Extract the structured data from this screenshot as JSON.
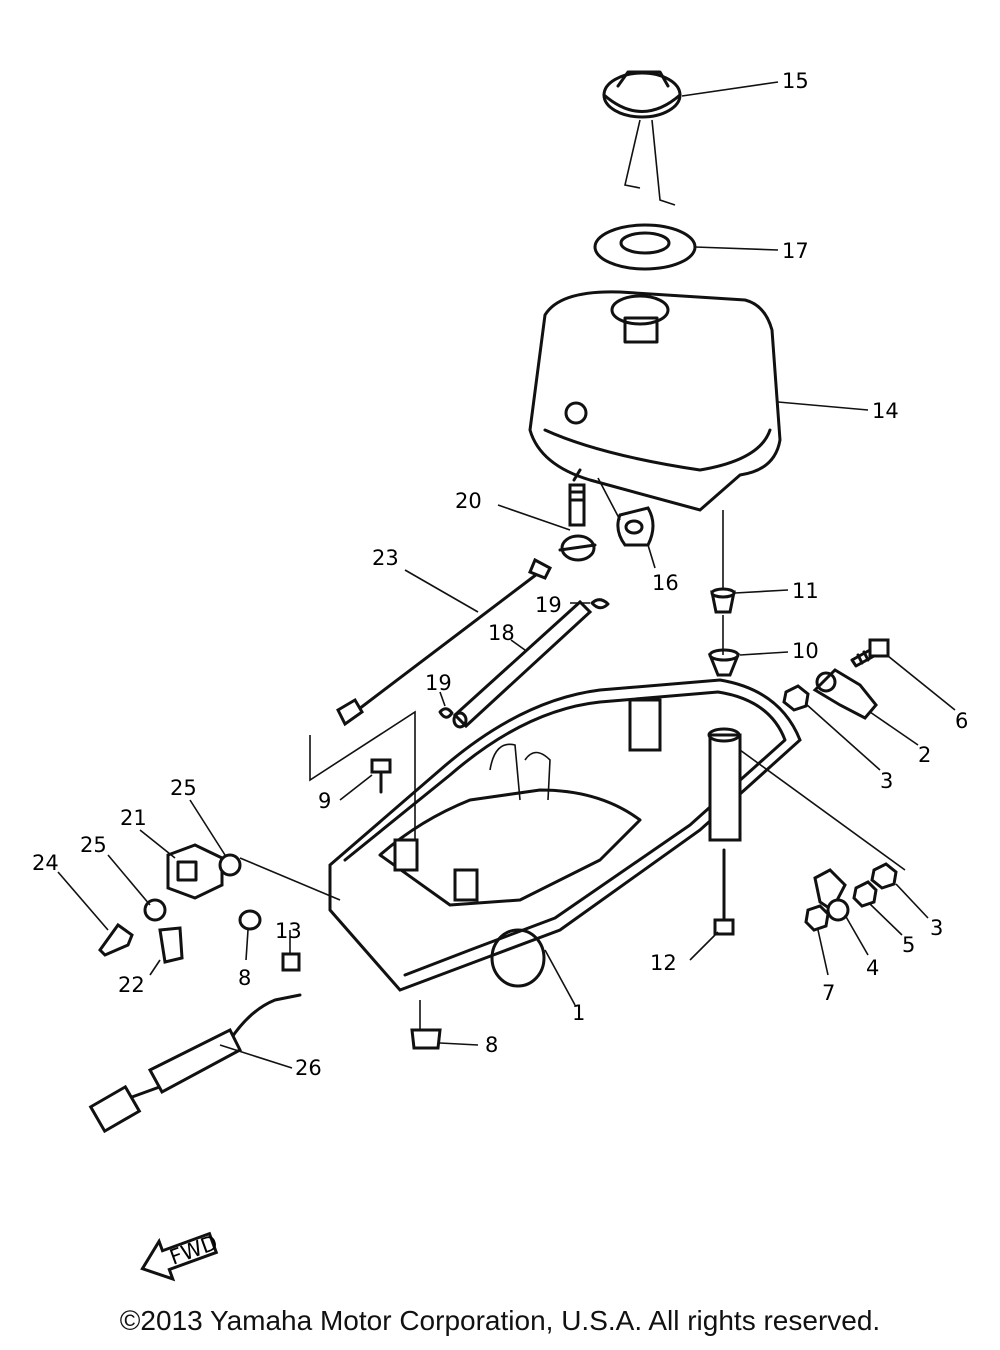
{
  "callouts": {
    "c15": "15",
    "c17": "17",
    "c14": "14",
    "c20": "20",
    "c16": "16",
    "c23": "23",
    "c11": "11",
    "c19a": "19",
    "c18": "18",
    "c10": "10",
    "c19b": "19",
    "c6": "6",
    "c2": "2",
    "c3a": "3",
    "c9": "9",
    "c25a": "25",
    "c21": "21",
    "c25b": "25",
    "c24": "24",
    "c3b": "3",
    "c5": "5",
    "c4": "4",
    "c7": "7",
    "c12": "12",
    "c13": "13",
    "c8a": "8",
    "c22": "22",
    "c1": "1",
    "c8b": "8",
    "c26": "26"
  },
  "fwd_label": "FWD",
  "copyright": "©2013 Yamaha Motor Corporation, U.S.A. All rights reserved."
}
